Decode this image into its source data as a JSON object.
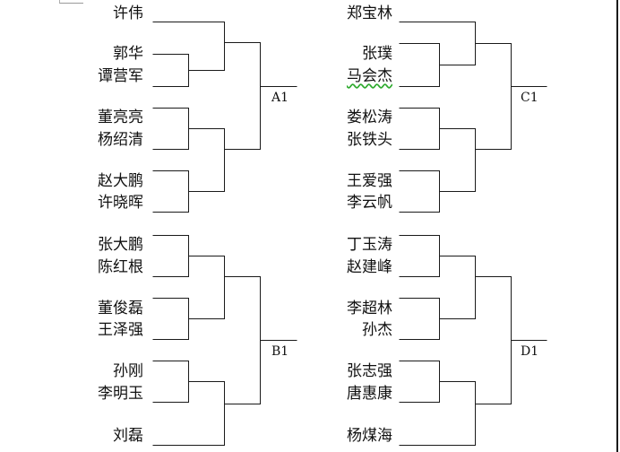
{
  "groups": [
    {
      "label": "A1",
      "players": [
        "许伟",
        "郭华",
        "谭营军",
        "董亮亮",
        "杨绍清",
        "赵大鹏",
        "许晓晖"
      ]
    },
    {
      "label": "B1",
      "players": [
        "张大鹏",
        "陈红根",
        "董俊磊",
        "王泽强",
        "孙刚",
        "李明玉",
        "刘磊"
      ]
    },
    {
      "label": "C1",
      "players": [
        "郑宝林",
        "张璞",
        "马会杰",
        "娄松涛",
        "张铁头",
        "王爱强",
        "李云帆"
      ]
    },
    {
      "label": "D1",
      "players": [
        "丁玉涛",
        "赵建峰",
        "李超林",
        "孙杰",
        "张志强",
        "唐惠康",
        "杨煤海"
      ]
    }
  ]
}
